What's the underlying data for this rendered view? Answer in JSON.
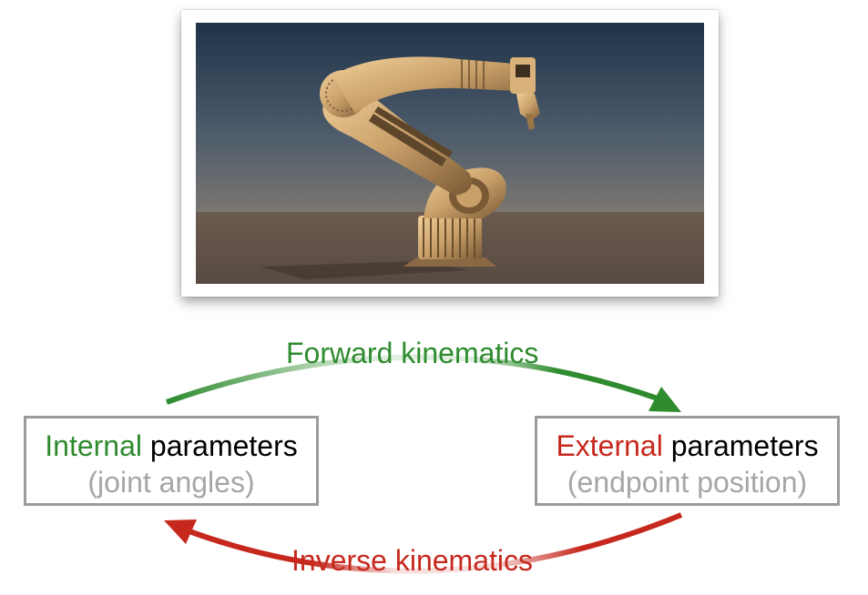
{
  "internal": {
    "highlight": "Internal",
    "rest": " parameters",
    "subtitle": "(joint angles)"
  },
  "external": {
    "highlight": "External",
    "rest": " parameters",
    "subtitle": "(endpoint position)"
  },
  "forward_label": "Forward kinematics",
  "inverse_label": "Inverse kinematics",
  "colors": {
    "forward": "#2e8b2e",
    "inverse": "#c6281d",
    "box_border": "#9b9b9b",
    "subtitle": "#a6a6a6"
  }
}
